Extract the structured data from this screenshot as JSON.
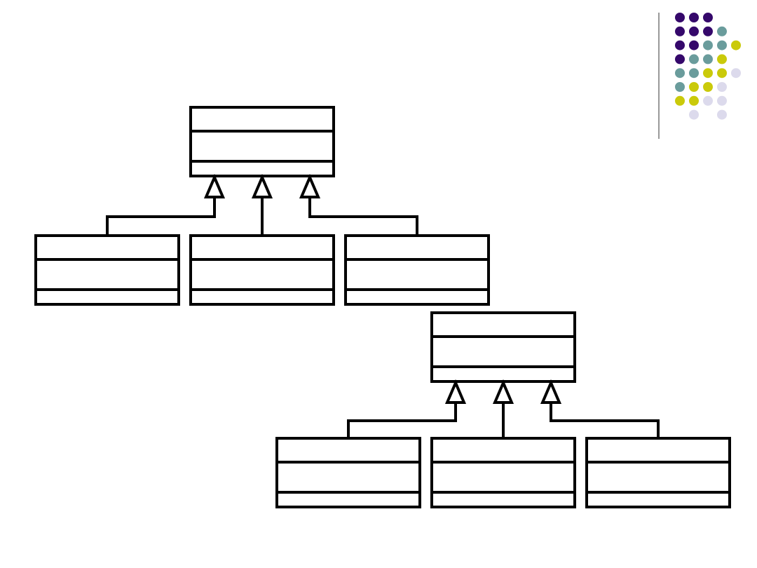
{
  "palette": {
    "stroke": "#000000",
    "background": "#ffffff",
    "purple": "#35086B",
    "teal": "#6A9C9C",
    "lime": "#CACA0A",
    "lavender": "#DCDAEC",
    "divider": "#333333"
  },
  "dot_grid": [
    [
      "purple",
      "purple",
      "purple",
      "",
      ""
    ],
    [
      "purple",
      "purple",
      "purple",
      "teal",
      ""
    ],
    [
      "purple",
      "purple",
      "teal",
      "teal",
      "lime"
    ],
    [
      "purple",
      "teal",
      "teal",
      "lime",
      ""
    ],
    [
      "teal",
      "teal",
      "lime",
      "lime",
      "lavender"
    ],
    [
      "teal",
      "lime",
      "lime",
      "lavender",
      ""
    ],
    [
      "lime",
      "lime",
      "lavender",
      "lavender",
      ""
    ],
    [
      "",
      "lavender",
      "",
      "lavender",
      ""
    ]
  ],
  "diagram": {
    "groups": [
      {
        "id": "hierarchy-top",
        "parent": "parent-class",
        "children": [
          "child-class-1",
          "child-class-2",
          "child-class-3"
        ]
      },
      {
        "id": "hierarchy-bottom",
        "parent": "parent-class",
        "children": [
          "child-class-1",
          "child-class-2",
          "child-class-3"
        ]
      }
    ],
    "relationship": "generalization"
  }
}
